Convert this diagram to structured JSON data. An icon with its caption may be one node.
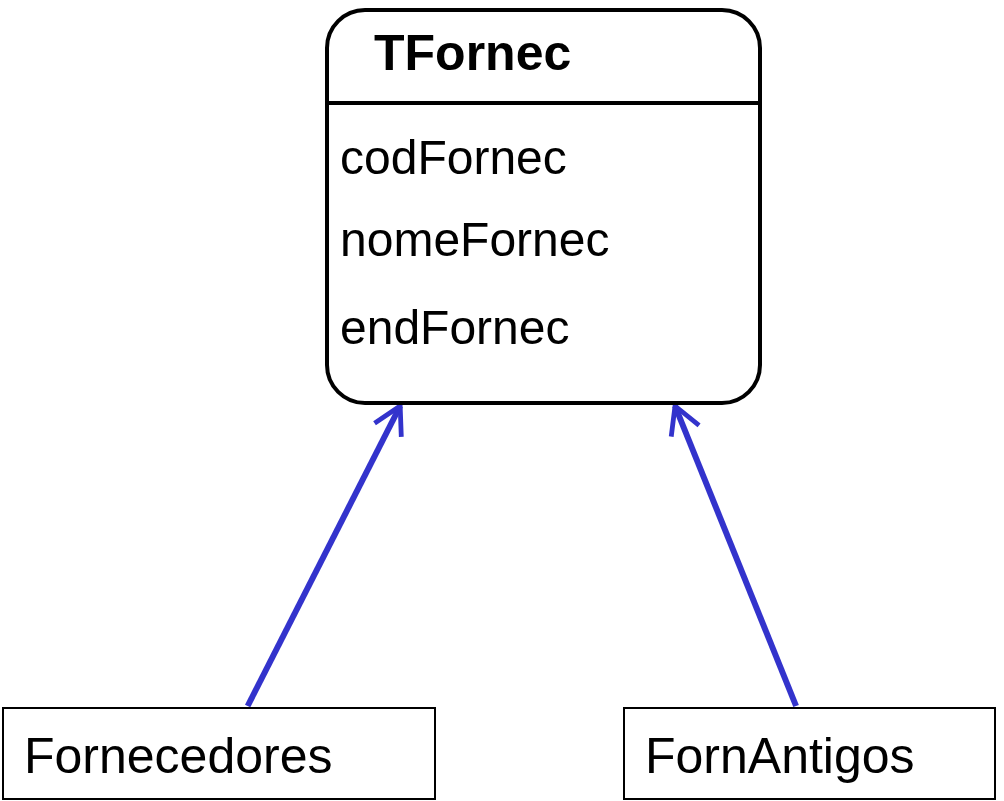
{
  "diagram": {
    "nodes": [
      {
        "text": [
          "TFornec",
          "codFornec",
          "nomeFornec",
          "endFornec"
        ]
      },
      {
        "text": [
          "Fornecedores"
        ]
      },
      {
        "text": [
          "FornAntigos"
        ]
      }
    ],
    "edges": [
      {
        "from": 1,
        "to": 0,
        "arrow": "to"
      },
      {
        "from": 2,
        "to": 0,
        "arrow": "to"
      }
    ]
  }
}
